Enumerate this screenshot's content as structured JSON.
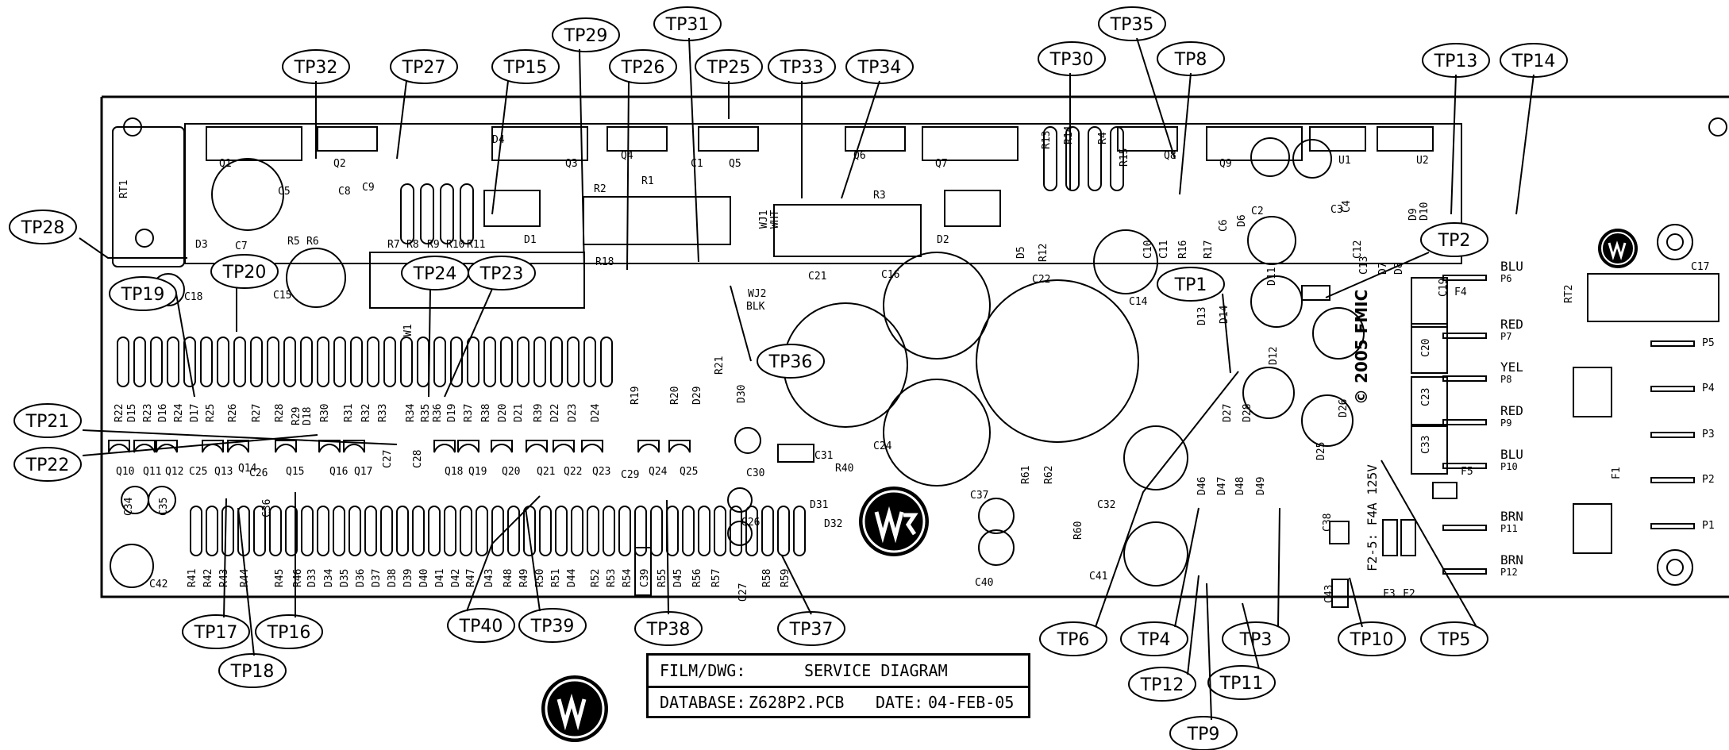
{
  "title_block": {
    "film_dwg_label": "FILM/DWG:",
    "film_dwg_value": "SERVICE DIAGRAM",
    "database_label": "DATABASE:",
    "database_value": "Z628P2.PCB",
    "date_label": "DATE:",
    "date_value": "04-FEB-05"
  },
  "copyright": "© 2005 FMIC",
  "fuse_note": "F2-5: F4A 125V",
  "test_points": [
    "TP32",
    "TP27",
    "TP15",
    "TP29",
    "TP26",
    "TP31",
    "TP25",
    "TP33",
    "TP34",
    "TP30",
    "TP35",
    "TP8",
    "TP13",
    "TP14",
    "TP28",
    "TP2",
    "TP20",
    "TP19",
    "TP24",
    "TP23",
    "TP1",
    "TP36",
    "TP21",
    "TP22",
    "TP17",
    "TP16",
    "TP18",
    "TP40",
    "TP39",
    "TP38",
    "TP37",
    "TP6",
    "TP4",
    "TP3",
    "TP10",
    "TP5",
    "TP12",
    "TP11",
    "TP9"
  ],
  "connectors": [
    {
      "id": "P6",
      "wire": "BLU"
    },
    {
      "id": "P7",
      "wire": "RED"
    },
    {
      "id": "P8",
      "wire": "YEL"
    },
    {
      "id": "P9",
      "wire": "RED"
    },
    {
      "id": "P10",
      "wire": "BLU"
    },
    {
      "id": "P11",
      "wire": "BRN"
    },
    {
      "id": "P12",
      "wire": "BRN"
    },
    {
      "id": "P5",
      "wire": ""
    },
    {
      "id": "P4",
      "wire": ""
    },
    {
      "id": "P3",
      "wire": ""
    },
    {
      "id": "P2",
      "wire": ""
    },
    {
      "id": "P1",
      "wire": ""
    }
  ],
  "component_labels": [
    "RT1",
    "Q1",
    "Q2",
    "C5",
    "C8",
    "C9",
    "D4",
    "Q3",
    "Q4",
    "C1",
    "Q5",
    "R1",
    "Q6",
    "Q7",
    "Q8",
    "Q9",
    "U1",
    "U2",
    "R13",
    "R14",
    "R4",
    "R15",
    "D3",
    "C7",
    "R5",
    "R6",
    "R7",
    "R8",
    "R9",
    "R10",
    "R11",
    "D1",
    "R2",
    "R3",
    "WJ1",
    "WHT",
    "D2",
    "D5",
    "R12",
    "C10",
    "C11",
    "R16",
    "R17",
    "C6",
    "D6",
    "C2",
    "C3",
    "C4",
    "C12",
    "D7",
    "D8",
    "D9",
    "D10",
    "C13",
    "C15",
    "C18",
    "R18",
    "WJ2",
    "BLK",
    "C21",
    "C16",
    "C22",
    "C14",
    "D11",
    "D13",
    "D14",
    "C19",
    "F4",
    "C17",
    "RT2",
    "W1",
    "R19",
    "R20",
    "R21",
    "D29",
    "D30",
    "D12",
    "C20",
    "C23",
    "C33",
    "D26",
    "D25",
    "D27",
    "D28",
    "C24",
    "R22",
    "D15",
    "R23",
    "D16",
    "R24",
    "D17",
    "R25",
    "R26",
    "R27",
    "R28",
    "R29",
    "D18",
    "R30",
    "R31",
    "R32",
    "R33",
    "R34",
    "R35",
    "R36",
    "D19",
    "R37",
    "R38",
    "D20",
    "D21",
    "R39",
    "D22",
    "D23",
    "D24",
    "Q10",
    "Q11",
    "Q12",
    "C25",
    "Q13",
    "Q14",
    "C26",
    "Q15",
    "Q16",
    "Q17",
    "C27",
    "C28",
    "Q18",
    "Q19",
    "Q20",
    "Q21",
    "Q22",
    "Q23",
    "C29",
    "Q24",
    "Q25",
    "C30",
    "C31",
    "R40",
    "D31",
    "D32",
    "C37",
    "R61",
    "R62",
    "C32",
    "R60",
    "C41",
    "C40",
    "D46",
    "D47",
    "D48",
    "D49",
    "C38",
    "C43",
    "F5",
    "F3",
    "F2",
    "F1",
    "Q26",
    "Q27",
    "C34",
    "C35",
    "C36",
    "C42",
    "R41",
    "R42",
    "R43",
    "R44",
    "R45",
    "R46",
    "D33",
    "D34",
    "D35",
    "D36",
    "D37",
    "D38",
    "D39",
    "D40",
    "D41",
    "D42",
    "R47",
    "D43",
    "R48",
    "R49",
    "R50",
    "R51",
    "D44",
    "R52",
    "R53",
    "R54",
    "C39",
    "R55",
    "D45",
    "R56",
    "R57",
    "R58",
    "R59"
  ]
}
